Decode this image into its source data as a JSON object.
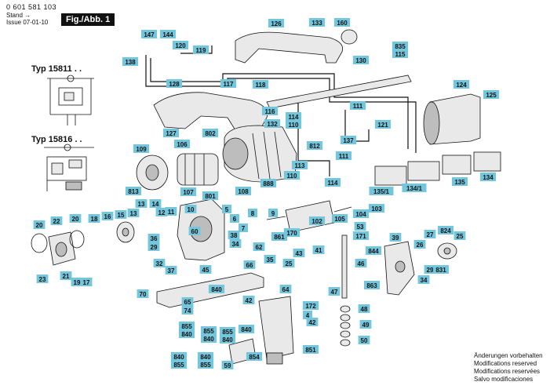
{
  "header": {
    "doc_number": "0 601 581 103",
    "stand_label": "Stand",
    "issue_label": "Issue",
    "date_code": "07-01-10",
    "figure_label": "Fig./Abb. 1"
  },
  "types": [
    {
      "label": "Typ 15811 . ."
    },
    {
      "label": "Typ 15816 . ."
    }
  ],
  "notes": [
    "Änderungen vorbehalten",
    "Modifications reserved",
    "Modifications reservées",
    "Salvo modificaciones"
  ],
  "labels": [
    {
      "text": "126"
    },
    {
      "text": "133"
    },
    {
      "text": "160"
    },
    {
      "text": "147"
    },
    {
      "text": "144"
    },
    {
      "text": "120"
    },
    {
      "text": "138"
    },
    {
      "text": "119"
    },
    {
      "text": "128"
    },
    {
      "text": "835"
    },
    {
      "text": "115"
    },
    {
      "text": "130"
    },
    {
      "text": "117"
    },
    {
      "text": "118"
    },
    {
      "text": "124"
    },
    {
      "text": "125"
    },
    {
      "text": "111"
    },
    {
      "text": "116"
    },
    {
      "text": "114"
    },
    {
      "text": "110"
    },
    {
      "text": "132"
    },
    {
      "text": "127"
    },
    {
      "text": "802"
    },
    {
      "text": "121"
    },
    {
      "text": "137"
    },
    {
      "text": "109"
    },
    {
      "text": "106"
    },
    {
      "text": "812"
    },
    {
      "text": "111"
    },
    {
      "text": "113"
    },
    {
      "text": "110"
    },
    {
      "text": "888"
    },
    {
      "text": "108"
    },
    {
      "text": "107"
    },
    {
      "text": "114"
    },
    {
      "text": "135/1"
    },
    {
      "text": "134/1"
    },
    {
      "text": "135"
    },
    {
      "text": "134"
    },
    {
      "text": "813"
    },
    {
      "text": "801"
    },
    {
      "text": "13"
    },
    {
      "text": "14"
    },
    {
      "text": "13"
    },
    {
      "text": "12"
    },
    {
      "text": "11"
    },
    {
      "text": "10"
    },
    {
      "text": "5"
    },
    {
      "text": "6"
    },
    {
      "text": "7"
    },
    {
      "text": "8"
    },
    {
      "text": "9"
    },
    {
      "text": "102"
    },
    {
      "text": "105"
    },
    {
      "text": "104"
    },
    {
      "text": "103"
    },
    {
      "text": "20"
    },
    {
      "text": "22"
    },
    {
      "text": "20"
    },
    {
      "text": "18"
    },
    {
      "text": "16"
    },
    {
      "text": "15"
    },
    {
      "text": "60"
    },
    {
      "text": "36"
    },
    {
      "text": "29"
    },
    {
      "text": "38"
    },
    {
      "text": "861"
    },
    {
      "text": "170"
    },
    {
      "text": "53"
    },
    {
      "text": "171"
    },
    {
      "text": "39"
    },
    {
      "text": "27"
    },
    {
      "text": "824"
    },
    {
      "text": "25"
    },
    {
      "text": "34"
    },
    {
      "text": "62"
    },
    {
      "text": "43"
    },
    {
      "text": "41"
    },
    {
      "text": "844"
    },
    {
      "text": "46"
    },
    {
      "text": "26"
    },
    {
      "text": "23"
    },
    {
      "text": "21"
    },
    {
      "text": "19"
    },
    {
      "text": "17"
    },
    {
      "text": "32"
    },
    {
      "text": "37"
    },
    {
      "text": "35"
    },
    {
      "text": "66"
    },
    {
      "text": "25"
    },
    {
      "text": "29"
    },
    {
      "text": "831"
    },
    {
      "text": "34"
    },
    {
      "text": "45"
    },
    {
      "text": "47"
    },
    {
      "text": "863"
    },
    {
      "text": "70"
    },
    {
      "text": "840"
    },
    {
      "text": "64"
    },
    {
      "text": "65"
    },
    {
      "text": "74"
    },
    {
      "text": "42"
    },
    {
      "text": "172"
    },
    {
      "text": "48"
    },
    {
      "text": "4"
    },
    {
      "text": "42"
    },
    {
      "text": "49"
    },
    {
      "text": "855"
    },
    {
      "text": "840"
    },
    {
      "text": "855"
    },
    {
      "text": "840"
    },
    {
      "text": "855"
    },
    {
      "text": "840"
    },
    {
      "text": "840"
    },
    {
      "text": "50"
    },
    {
      "text": "840"
    },
    {
      "text": "855"
    },
    {
      "text": "840"
    },
    {
      "text": "855"
    },
    {
      "text": "59"
    },
    {
      "text": "854"
    },
    {
      "text": "851"
    }
  ]
}
